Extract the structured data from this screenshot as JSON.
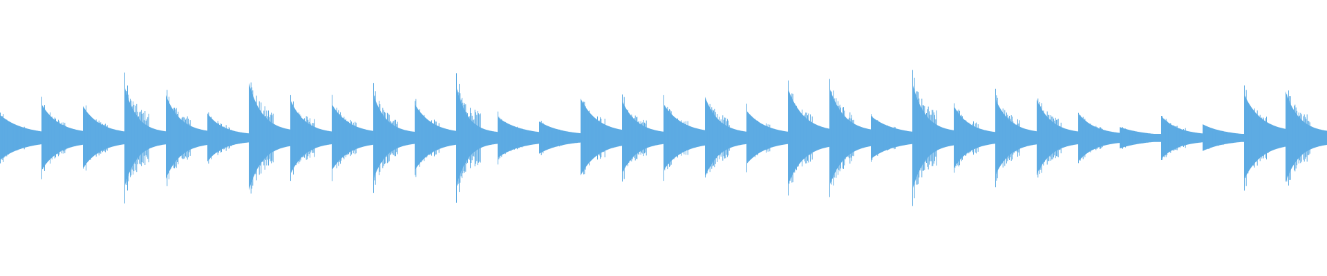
{
  "waveform": {
    "color": "#5dabe3",
    "background": "#ffffff",
    "onsets": [
      {
        "amplitude": 0.42,
        "sustain": 0.55
      },
      {
        "amplitude": 0.62,
        "sustain": 0.4
      },
      {
        "amplitude": 0.58,
        "sustain": 0.4
      },
      {
        "amplitude": 0.95,
        "sustain": 0.15
      },
      {
        "amplitude": 0.78,
        "sustain": 0.3
      },
      {
        "amplitude": 0.45,
        "sustain": 0.35
      },
      {
        "amplitude": 1.0,
        "sustain": 0.25
      },
      {
        "amplitude": 0.7,
        "sustain": 0.3
      },
      {
        "amplitude": 0.62,
        "sustain": 0.4
      },
      {
        "amplitude": 0.8,
        "sustain": 0.2
      },
      {
        "amplitude": 0.62,
        "sustain": 0.4
      },
      {
        "amplitude": 0.95,
        "sustain": 0.1
      },
      {
        "amplitude": 0.38,
        "sustain": 0.55
      },
      {
        "amplitude": 0.3,
        "sustain": 0.55
      },
      {
        "amplitude": 0.72,
        "sustain": 0.4
      },
      {
        "amplitude": 0.68,
        "sustain": 0.3
      },
      {
        "amplitude": 0.62,
        "sustain": 0.45
      },
      {
        "amplitude": 0.75,
        "sustain": 0.25
      },
      {
        "amplitude": 0.5,
        "sustain": 0.45
      },
      {
        "amplitude": 0.9,
        "sustain": 0.35
      },
      {
        "amplitude": 0.92,
        "sustain": 0.3
      },
      {
        "amplitude": 0.4,
        "sustain": 0.55
      },
      {
        "amplitude": 1.0,
        "sustain": 0.2
      },
      {
        "amplitude": 0.58,
        "sustain": 0.35
      },
      {
        "amplitude": 0.72,
        "sustain": 0.3
      },
      {
        "amplitude": 0.7,
        "sustain": 0.3
      },
      {
        "amplitude": 0.45,
        "sustain": 0.4
      },
      {
        "amplitude": 0.2,
        "sustain": 0.6
      },
      {
        "amplitude": 0.4,
        "sustain": 0.4
      },
      {
        "amplitude": 0.25,
        "sustain": 0.55
      },
      {
        "amplitude": 0.8,
        "sustain": 0.4
      },
      {
        "amplitude": 0.85,
        "sustain": 0.25
      }
    ]
  }
}
